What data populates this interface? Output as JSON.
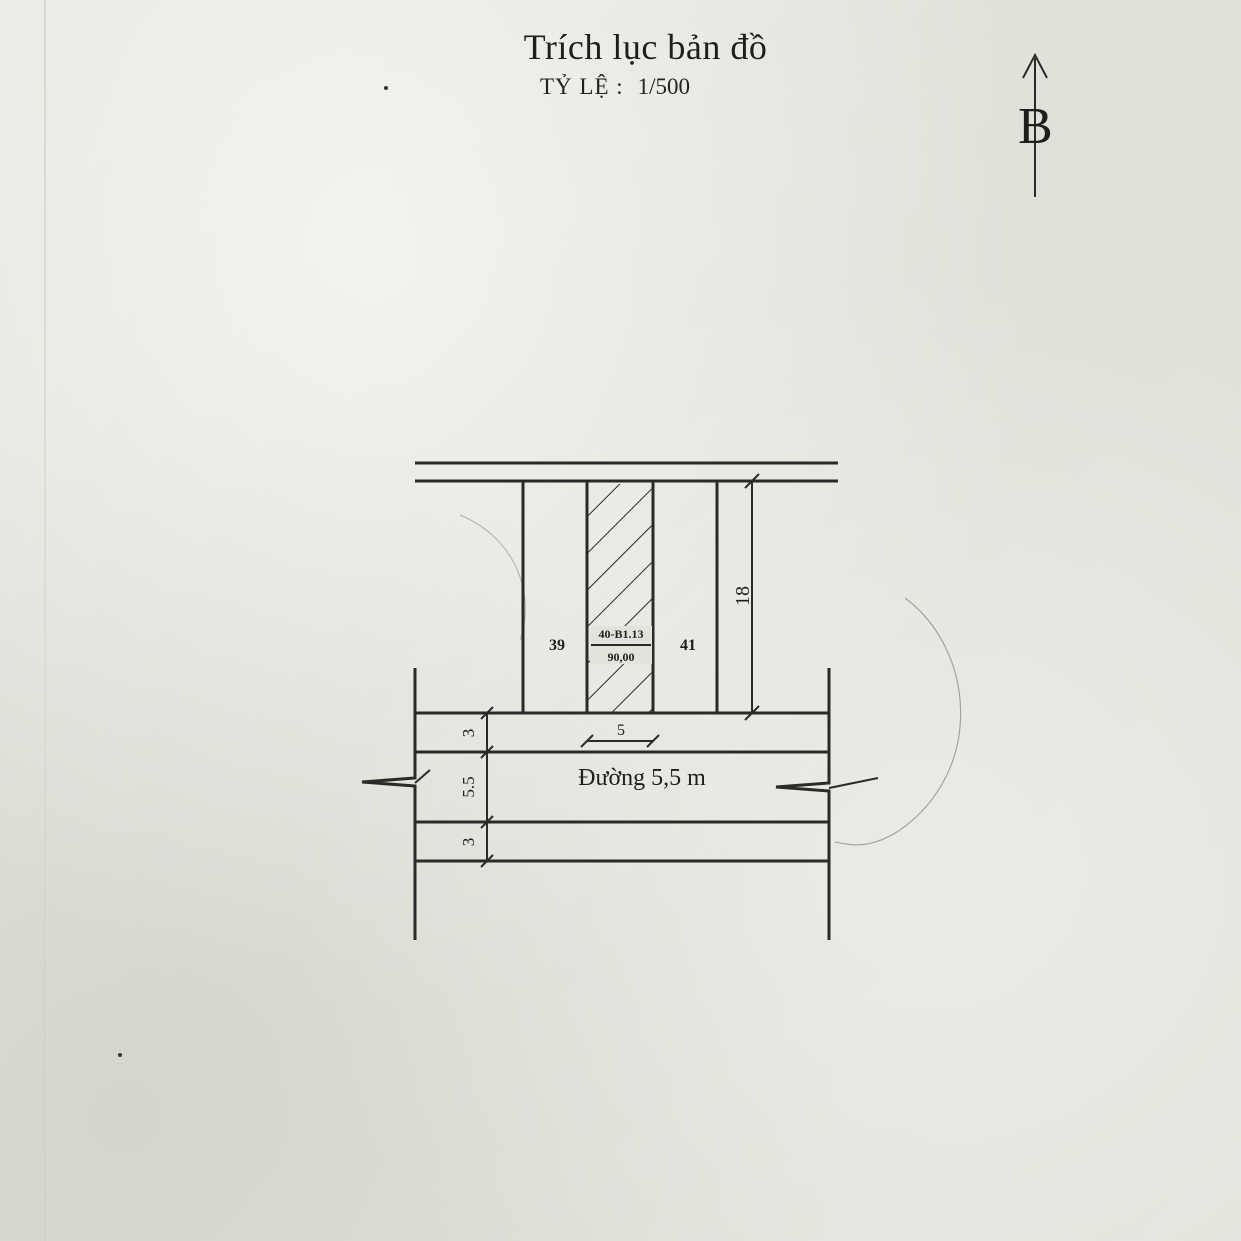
{
  "document": {
    "title": "Trích lục bản đồ",
    "scale_label": "TỶ LỆ :",
    "scale_value": "1/500",
    "north_letter": "B"
  },
  "plan": {
    "neighbor_left_lot": "39",
    "neighbor_right_lot": "41",
    "subject_lot": {
      "id": "40-B1.13",
      "area": "90,00"
    },
    "lot_depth": "18",
    "lot_width": "5",
    "road_label": "Đường 5,5 m",
    "sidewalk_top": "3",
    "road_width": "5.5",
    "sidewalk_bottom": "3"
  },
  "colors": {
    "paper": "#e3e3dc",
    "ink": "#1e1e1e"
  }
}
